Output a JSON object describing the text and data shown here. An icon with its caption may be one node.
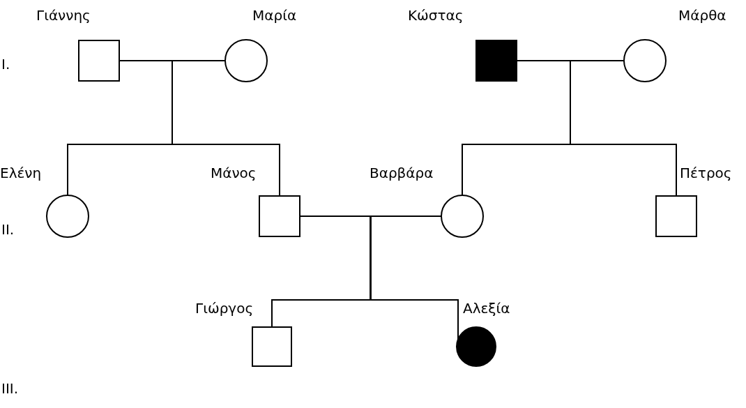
{
  "diagram": {
    "nodes": [
      {
        "text": [],
        "shape": "box",
        "beside": [
          "Γιάννης"
        ]
      },
      {
        "text": [],
        "shape": "circle",
        "beside": [
          "Μαρία"
        ]
      },
      {
        "text": [],
        "shape": "box",
        "beside": [
          "Κώστας"
        ]
      },
      {
        "text": [],
        "shape": "circle",
        "beside": [
          "Μάρθα"
        ]
      },
      {
        "text": [],
        "shape": "circle",
        "beside": [
          "Ελένη"
        ]
      },
      {
        "text": [],
        "shape": "box",
        "beside": [
          "Μάνος"
        ]
      },
      {
        "text": [],
        "shape": "circle",
        "beside": [
          "Βαρβάρα"
        ]
      },
      {
        "text": [],
        "shape": "box",
        "beside": [
          "Πέτρος"
        ]
      },
      {
        "text": [],
        "shape": "box",
        "beside": [
          "Γιώργος"
        ]
      },
      {
        "text": [],
        "shape": "circle",
        "beside": [
          "Αλεξία"
        ]
      }
    ],
    "edges": [
      {
        "from": 0,
        "to": 1,
        "arrow": "none"
      },
      {
        "from": 2,
        "to": 3,
        "arrow": "none"
      },
      {
        "from": 0,
        "to": 4,
        "arrow": "none"
      },
      {
        "from": 1,
        "to": 4,
        "arrow": "none"
      },
      {
        "from": 0,
        "to": 5,
        "arrow": "none"
      },
      {
        "from": 1,
        "to": 5,
        "arrow": "none"
      },
      {
        "from": 2,
        "to": 6,
        "arrow": "none"
      },
      {
        "from": 3,
        "to": 6,
        "arrow": "none"
      },
      {
        "from": 2,
        "to": 7,
        "arrow": "none"
      },
      {
        "from": 3,
        "to": 7,
        "arrow": "none"
      },
      {
        "from": 5,
        "to": 6,
        "arrow": "none"
      },
      {
        "from": 5,
        "to": 8,
        "arrow": "none"
      },
      {
        "from": 6,
        "to": 8,
        "arrow": "none"
      },
      {
        "from": 5,
        "to": 9,
        "arrow": "none"
      },
      {
        "from": 6,
        "to": 9,
        "arrow": "none"
      }
    ],
    "labels": [
      "I.",
      "II.",
      "III."
    ]
  }
}
